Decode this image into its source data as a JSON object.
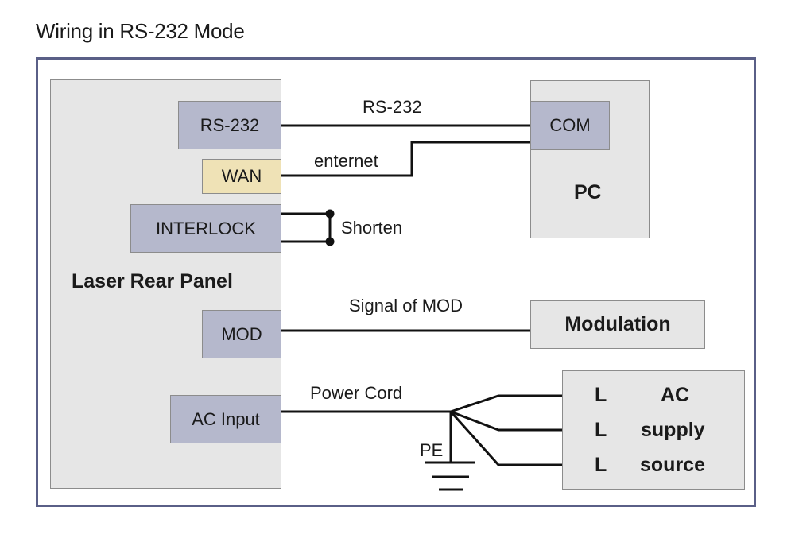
{
  "title": "Wiring in RS-232 Mode",
  "laser_panel": {
    "label": "Laser Rear Panel",
    "ports": {
      "rs232": "RS-232",
      "wan": "WAN",
      "interlock": "INTERLOCK",
      "mod": "MOD",
      "ac_input": "AC Input"
    }
  },
  "pc": {
    "label": "PC",
    "port": "COM"
  },
  "modulation": {
    "label": "Modulation"
  },
  "ac_supply": {
    "terminals": [
      "L",
      "L",
      "L"
    ],
    "label_lines": [
      "AC",
      "supply",
      "source"
    ]
  },
  "connections": {
    "rs232": "RS-232",
    "wan": "enternet",
    "interlock": "Shorten",
    "mod": "Signal of MOD",
    "power": "Power Cord",
    "ground": "PE"
  }
}
